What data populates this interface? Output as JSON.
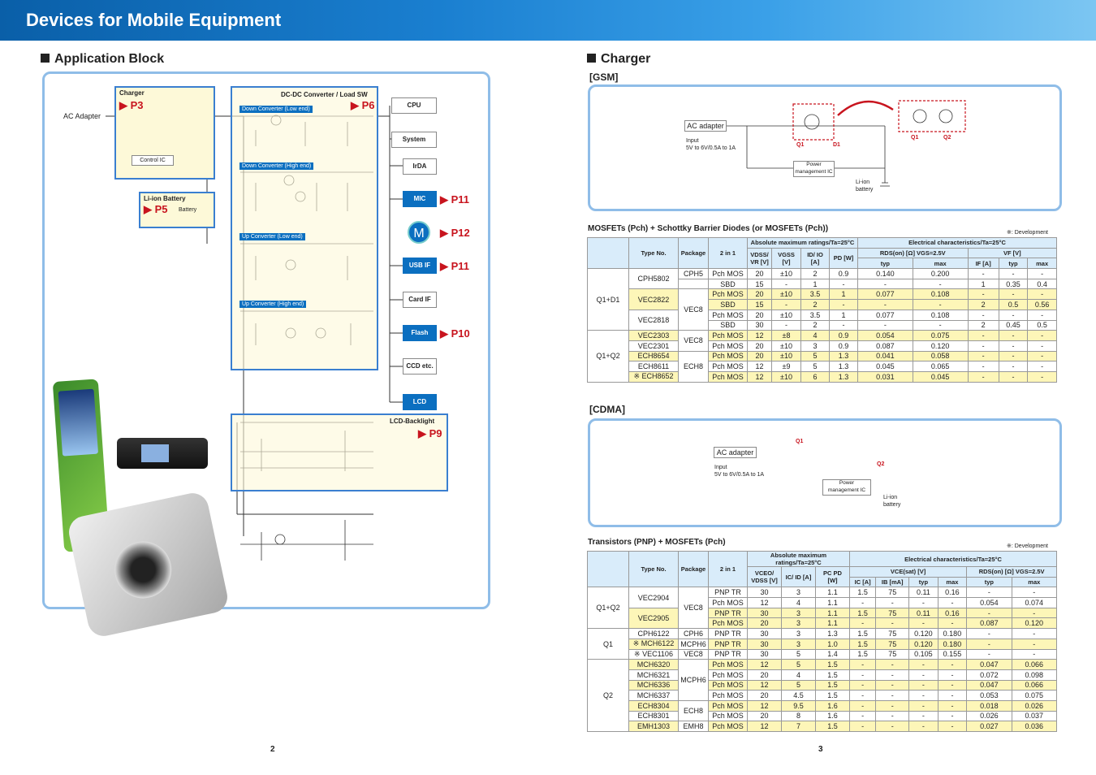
{
  "header": {
    "title": "Devices for Mobile Equipment"
  },
  "left": {
    "section": "Application Block",
    "ac_adapter": "AC Adapter",
    "charger": "Charger",
    "control_ic": "Control IC",
    "li_ion": "Li-ion Battery",
    "battery": "Battery",
    "dcdc": "DC-DC Converter / Load SW",
    "down_low": "Down Converter (Low end)",
    "down_high": "Down Converter (High end)",
    "up_low": "Up Converter (Low end)",
    "up_high": "Up Converter (High end)",
    "lcd_backlight": "LCD-Backlight",
    "cpu": "CPU",
    "system": "System",
    "irda": "IrDA",
    "mic": "MIC",
    "motor": "M",
    "usb": "USB IF",
    "card": "Card IF",
    "flash": "Flash",
    "ccd": "CCD etc.",
    "lcd": "LCD",
    "p3": "▶ P3",
    "p5": "▶ P5",
    "p6": "▶ P6",
    "p9": "▶ P9",
    "p10": "▶ P10",
    "p11a": "▶ P11",
    "p11b": "▶ P11",
    "p12": "▶ P12",
    "page": "2"
  },
  "right": {
    "section": "Charger",
    "gsm": "[GSM]",
    "cdma": "[CDMA]",
    "ac_adapter": "AC adapter",
    "input": "Input",
    "input_v": "5V to 6V/0.5A to 1A",
    "pmic1": "Power",
    "pmic2": "management IC",
    "liion1": "Li-ion",
    "liion2": "battery",
    "q1": "Q1",
    "q2": "Q2",
    "d1": "D1",
    "t1_title": "MOSFETs (Pch) + Schottky Barrier Diodes (or MOSFETs (Pch))",
    "t2_title": "Transistors (PNP) + MOSFETs (Pch)",
    "dev_note": "※: Development",
    "page": "3"
  },
  "t1": {
    "h_type": "Type No.",
    "h_pkg": "Package",
    "h_2in1": "2 in 1",
    "h_abs": "Absolute maximum ratings/Ta=25°C",
    "h_elec": "Electrical characteristics/Ta=25°C",
    "h_vdss": "VDSS/ VR [V]",
    "h_vgss": "VGSS [V]",
    "h_id": "ID/ IO [A]",
    "h_pd": "PD [W]",
    "h_rds": "RDS(on) [Ω] VGS=2.5V",
    "h_vf": "VF [V]",
    "h_if": "IF [A]",
    "h_typ": "typ",
    "h_max": "max",
    "rows": [
      [
        "Q1+D1",
        "CPH5802",
        "CPH5",
        "Pch MOS",
        "20",
        "±10",
        "2",
        "0.9",
        "0.140",
        "0.200",
        "-",
        "-",
        "-",
        0
      ],
      [
        "",
        "",
        "",
        "SBD",
        "15",
        "-",
        "1",
        "-",
        "-",
        "-",
        "1",
        "0.35",
        "0.4",
        0
      ],
      [
        "",
        "VEC2822",
        "VEC8",
        "Pch MOS",
        "20",
        "±10",
        "3.5",
        "1",
        "0.077",
        "0.108",
        "-",
        "-",
        "-",
        1
      ],
      [
        "",
        "",
        "",
        "SBD",
        "15",
        "-",
        "2",
        "-",
        "-",
        "-",
        "2",
        "0.5",
        "0.56",
        1
      ],
      [
        "",
        "VEC2818",
        "",
        "Pch MOS",
        "20",
        "±10",
        "3.5",
        "1",
        "0.077",
        "0.108",
        "-",
        "-",
        "-",
        0
      ],
      [
        "",
        "",
        "",
        "SBD",
        "30",
        "-",
        "2",
        "-",
        "-",
        "-",
        "2",
        "0.45",
        "0.5",
        0
      ],
      [
        "Q1+Q2",
        "VEC2303",
        "VEC8",
        "Pch MOS",
        "12",
        "±8",
        "4",
        "0.9",
        "0.054",
        "0.075",
        "-",
        "-",
        "-",
        1
      ],
      [
        "",
        "VEC2301",
        "",
        "Pch MOS",
        "20",
        "±10",
        "3",
        "0.9",
        "0.087",
        "0.120",
        "-",
        "-",
        "-",
        0
      ],
      [
        "",
        "ECH8654",
        "ECH8",
        "Pch MOS",
        "20",
        "±10",
        "5",
        "1.3",
        "0.041",
        "0.058",
        "-",
        "-",
        "-",
        1
      ],
      [
        "",
        "ECH8611",
        "",
        "Pch MOS",
        "12",
        "±9",
        "5",
        "1.3",
        "0.045",
        "0.065",
        "-",
        "-",
        "-",
        0
      ],
      [
        "",
        "※ ECH8652",
        "",
        "Pch MOS",
        "12",
        "±10",
        "6",
        "1.3",
        "0.031",
        "0.045",
        "-",
        "-",
        "-",
        1
      ]
    ]
  },
  "t2": {
    "h_vceo": "VCEO/ VDSS [V]",
    "h_ic": "IC/ ID [A]",
    "h_pc": "PC PD [W]",
    "h_vce": "VCE(sat) [V]",
    "h_icc": "IC [A]",
    "h_ib": "IB [mA]",
    "h_rds": "RDS(on) [Ω] VGS=2.5V",
    "rows": [
      [
        "Q1+Q2",
        "VEC2904",
        "VEC8",
        "PNP TR",
        "30",
        "3",
        "1.1",
        "1.5",
        "75",
        "0.11",
        "0.16",
        "-",
        "-",
        0
      ],
      [
        "",
        "",
        "",
        "Pch MOS",
        "12",
        "4",
        "1.1",
        "-",
        "-",
        "-",
        "-",
        "0.054",
        "0.074",
        0
      ],
      [
        "",
        "VEC2905",
        "",
        "PNP TR",
        "30",
        "3",
        "1.1",
        "1.5",
        "75",
        "0.11",
        "0.16",
        "-",
        "-",
        1
      ],
      [
        "",
        "",
        "",
        "Pch MOS",
        "20",
        "3",
        "1.1",
        "-",
        "-",
        "-",
        "-",
        "0.087",
        "0.120",
        1
      ],
      [
        "Q1",
        "CPH6122",
        "CPH6",
        "PNP TR",
        "30",
        "3",
        "1.3",
        "1.5",
        "75",
        "0.120",
        "0.180",
        "-",
        "-",
        0
      ],
      [
        "",
        "※ MCH6122",
        "MCPH6",
        "PNP TR",
        "30",
        "3",
        "1.0",
        "1.5",
        "75",
        "0.120",
        "0.180",
        "-",
        "-",
        1
      ],
      [
        "",
        "※ VEC1106",
        "VEC8",
        "PNP TR",
        "30",
        "5",
        "1.4",
        "1.5",
        "75",
        "0.105",
        "0.155",
        "-",
        "-",
        0
      ],
      [
        "Q2",
        "MCH6320",
        "MCPH6",
        "Pch MOS",
        "12",
        "5",
        "1.5",
        "-",
        "-",
        "-",
        "-",
        "0.047",
        "0.066",
        1
      ],
      [
        "",
        "MCH6321",
        "",
        "Pch MOS",
        "20",
        "4",
        "1.5",
        "-",
        "-",
        "-",
        "-",
        "0.072",
        "0.098",
        0
      ],
      [
        "",
        "MCH6336",
        "",
        "Pch MOS",
        "12",
        "5",
        "1.5",
        "-",
        "-",
        "-",
        "-",
        "0.047",
        "0.066",
        1
      ],
      [
        "",
        "MCH6337",
        "",
        "Pch MOS",
        "20",
        "4.5",
        "1.5",
        "-",
        "-",
        "-",
        "-",
        "0.053",
        "0.075",
        0
      ],
      [
        "",
        "ECH8304",
        "ECH8",
        "Pch MOS",
        "12",
        "9.5",
        "1.6",
        "-",
        "-",
        "-",
        "-",
        "0.018",
        "0.026",
        1
      ],
      [
        "",
        "ECH8301",
        "",
        "Pch MOS",
        "20",
        "8",
        "1.6",
        "-",
        "-",
        "-",
        "-",
        "0.026",
        "0.037",
        0
      ],
      [
        "",
        "EMH1303",
        "EMH8",
        "Pch MOS",
        "12",
        "7",
        "1.5",
        "-",
        "-",
        "-",
        "-",
        "0.027",
        "0.036",
        1
      ]
    ]
  }
}
